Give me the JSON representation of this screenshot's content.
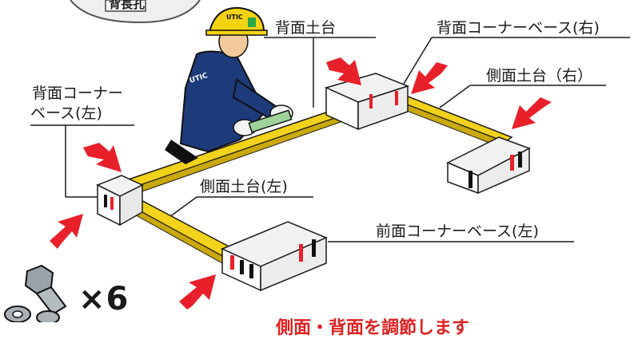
{
  "badge": {
    "text": "背長孔"
  },
  "labels": {
    "back_base": "背面土台",
    "back_corner_right": "背面コーナーベース(右)",
    "side_base_right": "側面土台（右）",
    "back_corner_left_line1": "背面コーナー",
    "back_corner_left_line2": "ベース(左)",
    "side_base_left": "側面土台(左)",
    "front_corner_left": "前面コーナーベース(左)"
  },
  "worker": {
    "helmet_text": "UTIC",
    "back_text": "UTIC"
  },
  "bolts": {
    "quantity": "×6"
  },
  "footer": {
    "partial_text": "側面・背面を調節します"
  },
  "colors": {
    "beam": "#f2d21a",
    "arrow": "#e8202a",
    "worker_suit": "#1d3a7a",
    "helmet": "#f5d312",
    "line": "#1a1a1a"
  }
}
